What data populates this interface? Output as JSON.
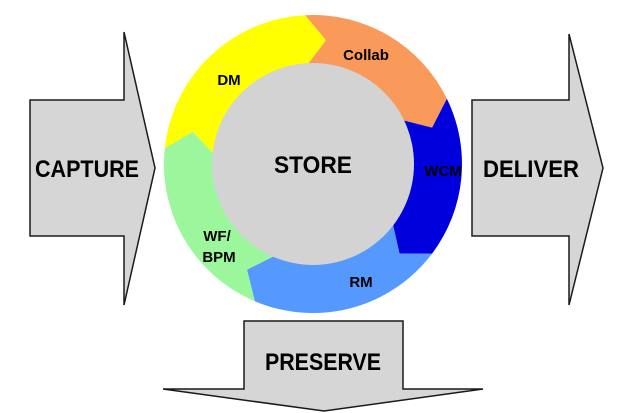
{
  "colors": {
    "arrow_fill": "#D6D6D6",
    "arrow_stroke": "#1a1a1a",
    "store_fill": "#D3D3D3",
    "dm": "#FFFF00",
    "collab": "#F99A5A",
    "wcm": "#0000DD",
    "rm": "#5599FF",
    "wfbpm": "#9CF79C"
  },
  "arrows": {
    "capture": "CAPTURE",
    "deliver": "DELIVER",
    "preserve": "PRESERVE"
  },
  "center": "STORE",
  "segments": {
    "dm": "DM",
    "collab": "Collab",
    "wcm": "WCM",
    "rm": "RM",
    "wf_line1": "WF/",
    "wf_line2": "BPM"
  }
}
